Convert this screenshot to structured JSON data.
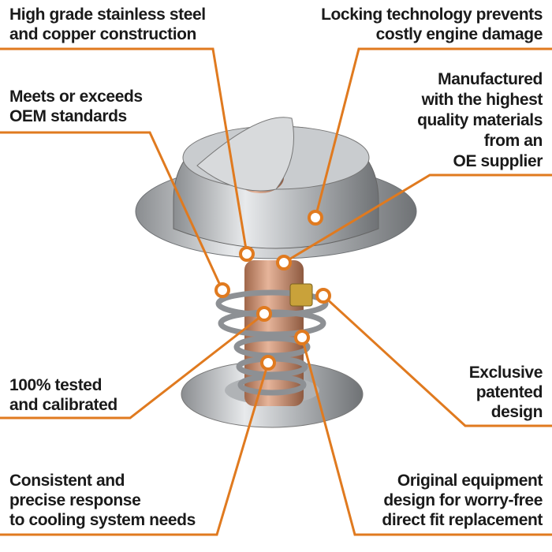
{
  "accent_color": "#e07a1f",
  "callouts": {
    "top_left": {
      "lines": [
        "High grade stainless steel",
        "and copper construction"
      ]
    },
    "top_right": {
      "lines": [
        "Locking technology prevents",
        "costly engine damage"
      ]
    },
    "mid_left": {
      "lines": [
        "Meets or exceeds",
        "OEM standards"
      ]
    },
    "mid_right": {
      "lines": [
        "Manufactured",
        "with the highest",
        "quality materials",
        "from an",
        "OE supplier"
      ]
    },
    "low_left": {
      "lines": [
        "100% tested",
        "and calibrated"
      ]
    },
    "low_right": {
      "lines": [
        "Exclusive",
        "patented",
        "design"
      ]
    },
    "bottom_left": {
      "lines": [
        "Consistent and",
        "precise response",
        "to cooling system needs"
      ]
    },
    "bottom_right": {
      "lines": [
        "Original equipment",
        "design for worry-free",
        "direct fit replacement"
      ]
    }
  }
}
